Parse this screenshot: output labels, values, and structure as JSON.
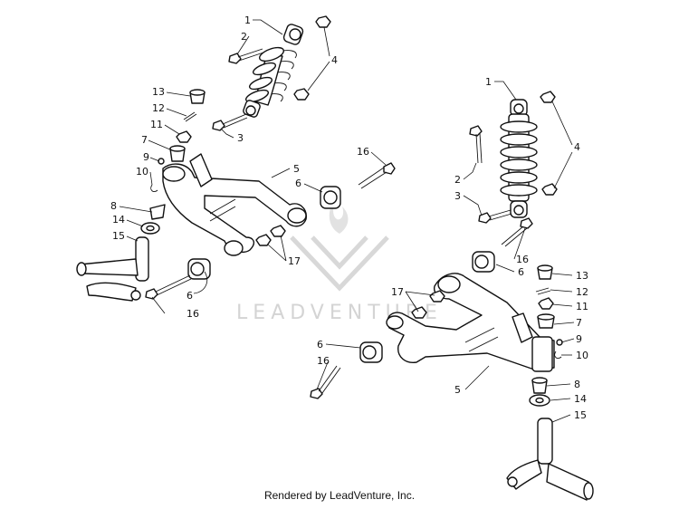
{
  "watermark": {
    "brand": "LEADVENTURE"
  },
  "footer": {
    "credit": "Rendered by LeadVenture, Inc."
  },
  "callouts": {
    "left": {
      "n1": "1",
      "n2": "2",
      "n3": "3",
      "n4": "4",
      "n5": "5",
      "n6a": "6",
      "n6b": "6",
      "n7": "7",
      "n8": "8",
      "n9": "9",
      "n10": "10",
      "n11": "11",
      "n12": "12",
      "n13": "13",
      "n14": "14",
      "n15": "15",
      "n16a": "16",
      "n16b": "16",
      "n17": "17"
    },
    "right": {
      "n1": "1",
      "n2": "2",
      "n3": "3",
      "n4": "4",
      "n5": "5",
      "n6a": "6",
      "n6b": "6",
      "n7": "7",
      "n8": "8",
      "n9": "9",
      "n10": "10",
      "n11": "11",
      "n12": "12",
      "n13": "13",
      "n14": "14",
      "n15": "15",
      "n16a": "16",
      "n16b": "16",
      "n17": "17"
    }
  }
}
